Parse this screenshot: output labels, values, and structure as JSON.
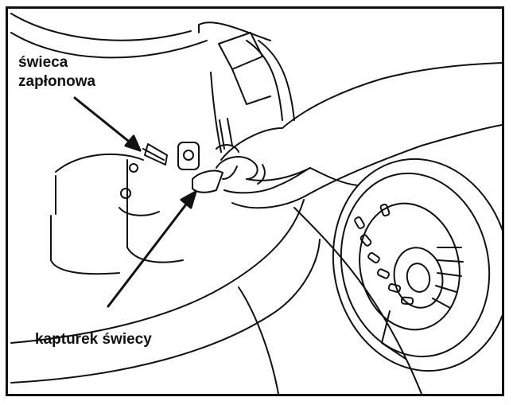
{
  "labels": {
    "spark_plug_line1": "świeca",
    "spark_plug_line2": "zapłonowa",
    "spark_plug_cap": "kapturek świecy"
  },
  "colors": {
    "ink": "#111111",
    "paper": "#ffffff"
  },
  "icons": [
    "hand-icon",
    "spark-plug-icon",
    "spark-plug-cap-icon",
    "wheel-icon",
    "pointer-arrow-icon"
  ]
}
